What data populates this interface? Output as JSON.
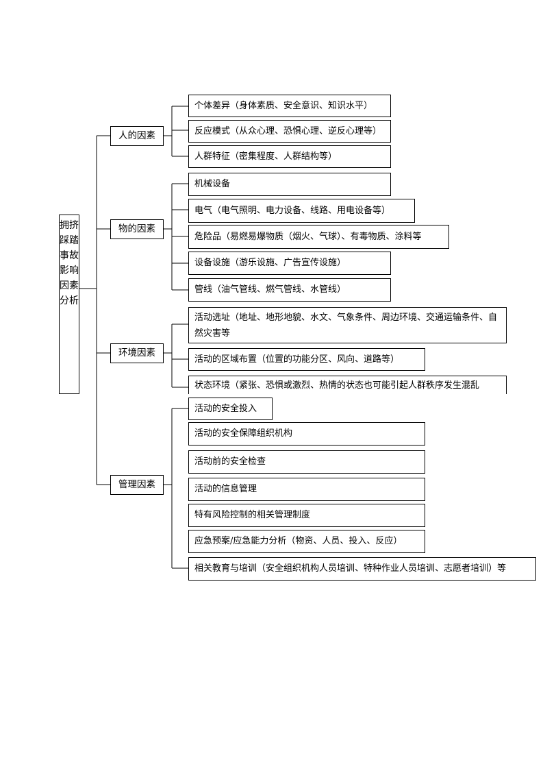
{
  "root": {
    "label": "拥挤踩踏事故影响因素分析"
  },
  "categories": [
    {
      "label": "人的因素",
      "items": [
        "个体差异（身体素质、安全意识、知识水平）",
        "反应模式（从众心理、恐惧心理、逆反心理等）",
        "人群特征（密集程度、人群结构等）"
      ]
    },
    {
      "label": "物的因素",
      "items": [
        "机械设备",
        "电气（电气照明、电力设备、线路、用电设备等）",
        "危险品（易燃易爆物质（烟火、气球）、有毒物质、涂料等",
        "设备设施（游乐设施、广告宣传设施）",
        "管线（油气管线、燃气管线、水管线）"
      ]
    },
    {
      "label": "环境因素",
      "items": [
        "活动选址（地址、地形地貌、水文、气象条件、周边环境、交通运输条件、自然灾害等",
        "活动的区域布置（位置的功能分区、风向、道路等）",
        "状态环境（紧张、恐惧或激烈、热情的状态也可能引起人群秩序发生混乱"
      ]
    },
    {
      "label": "管理因素",
      "items": [
        "活动的安全投入",
        "活动的安全保障组织机构",
        "活动前的安全检查",
        "活动的信息管理",
        "特有风险控制的相关管理制度",
        "应急预案/应急能力分析（物资、人员、投入、反应）",
        "相关教育与培训（安全组织机构人员培训、特种作业人员培训、志愿者培训）等"
      ]
    }
  ]
}
